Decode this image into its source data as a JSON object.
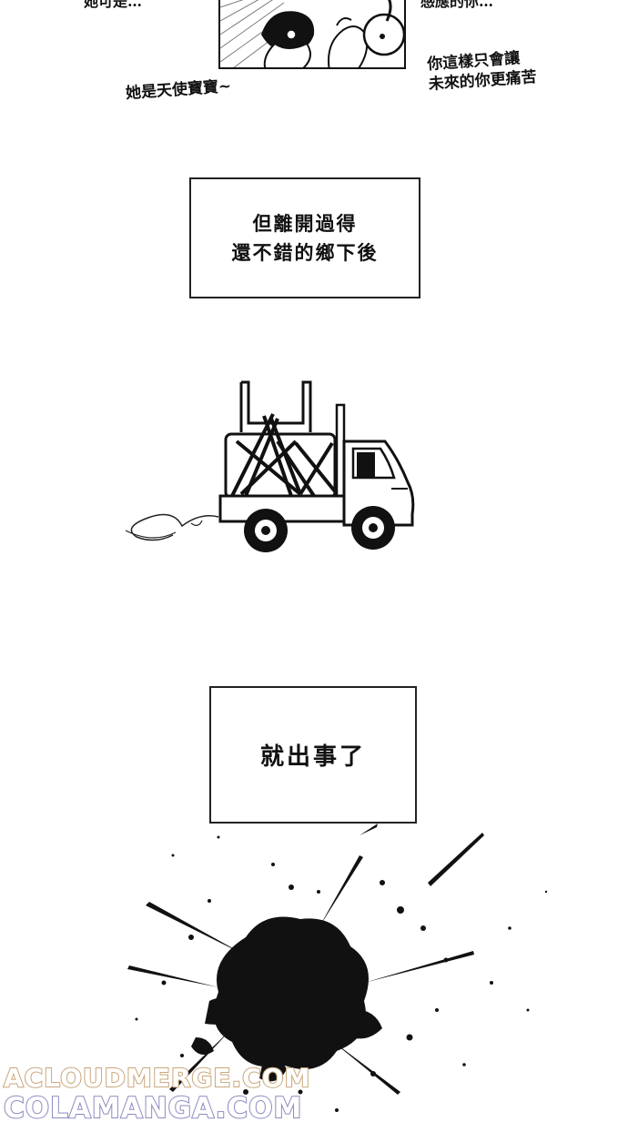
{
  "top_left_cut_text": "她可是…",
  "top_right_cut_text": "感應的你…",
  "bubble_left": "她是天使寶寶~",
  "bubble_right": [
    "你這樣只會讓",
    "未來的你更痛苦"
  ],
  "caption_1": [
    "但離開過得",
    "還不錯的鄉下後"
  ],
  "caption_2": "就出事了",
  "watermark": [
    "ACLOUDMERGE.COM",
    "COLAMANGA.COM"
  ],
  "colors": {
    "ink": "#111111",
    "paper": "#ffffff",
    "watermark_1": "#c9a77b",
    "watermark_2": "#8d8bc0"
  },
  "icons": [
    "truck-illustration",
    "ink-splatter",
    "comic-figures"
  ]
}
